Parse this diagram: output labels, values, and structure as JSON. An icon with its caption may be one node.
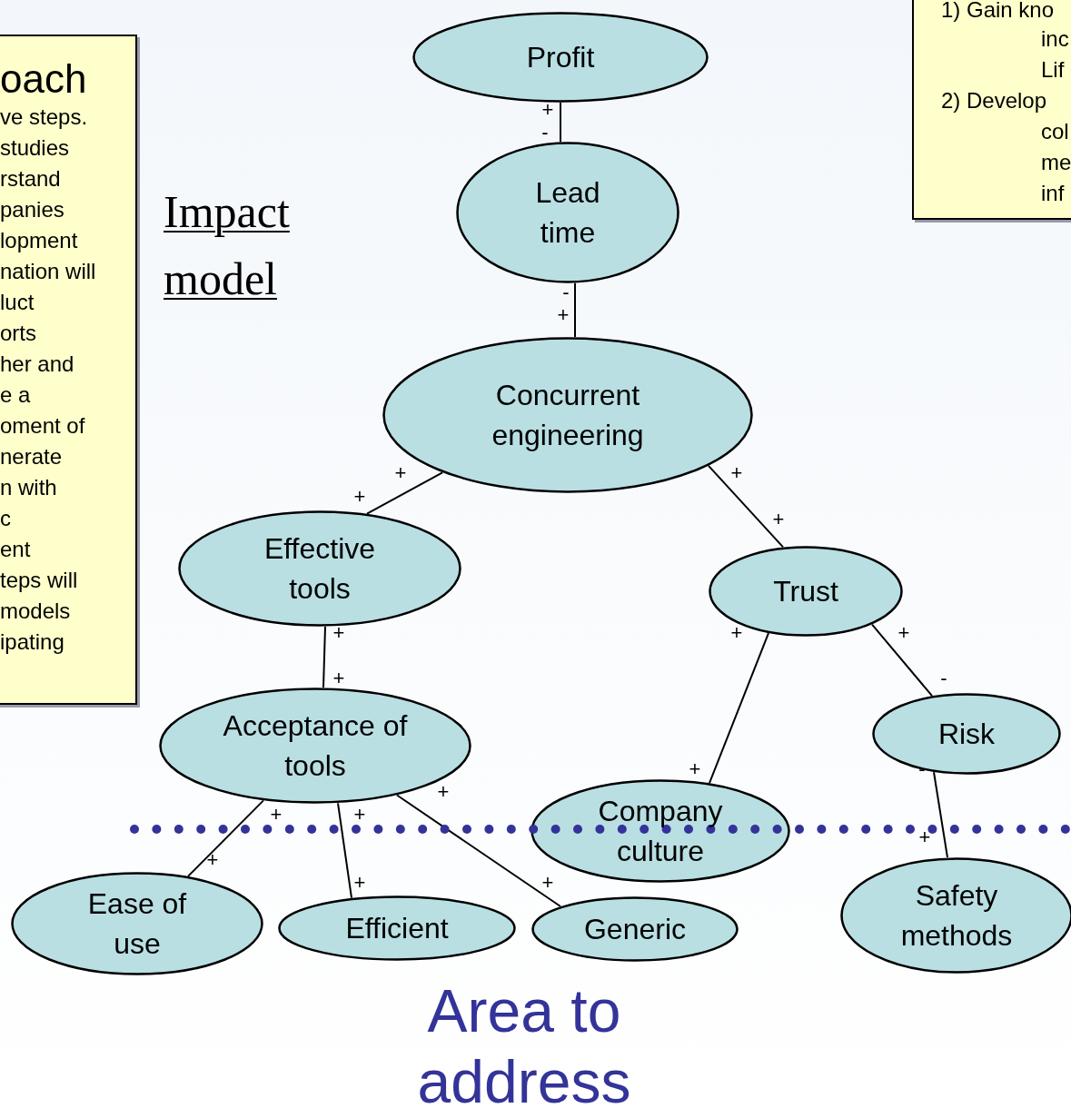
{
  "diagram": {
    "title": "Impact model",
    "nodes": [
      {
        "text": [
          "oach",
          "ve steps.",
          "studies",
          "rstand",
          "panies",
          "lopment",
          "nation will",
          "luct",
          "orts",
          "her and",
          "e a",
          "oment of",
          "nerate",
          "n with",
          "c",
          "ent",
          "teps will",
          "models",
          "ipating"
        ]
      },
      {
        "text": [
          "1) Gain kno",
          "inc",
          "Lif",
          "2) Develop",
          "col",
          "me",
          "inf"
        ]
      },
      {
        "text": [
          "Profit"
        ]
      },
      {
        "text": [
          "Lead time"
        ]
      },
      {
        "text": [
          "Concurrent engineering"
        ]
      },
      {
        "text": [
          "Effective tools"
        ]
      },
      {
        "text": [
          "Trust"
        ]
      },
      {
        "text": [
          "Risk"
        ]
      },
      {
        "text": [
          "Acceptance of tools"
        ]
      },
      {
        "text": [
          "Company culture"
        ]
      },
      {
        "text": [
          "Ease of use"
        ]
      },
      {
        "text": [
          "Efficient"
        ]
      },
      {
        "text": [
          "Generic"
        ]
      },
      {
        "text": [
          "Safety methods"
        ]
      }
    ],
    "edges": [
      {
        "from": 2,
        "to": 3,
        "arrow": "none"
      },
      {
        "from": 3,
        "to": 4,
        "arrow": "none"
      },
      {
        "from": 4,
        "to": 5,
        "arrow": "none"
      },
      {
        "from": 4,
        "to": 6,
        "arrow": "none"
      },
      {
        "from": 5,
        "to": 8,
        "arrow": "none"
      },
      {
        "from": 6,
        "to": 9,
        "arrow": "none"
      },
      {
        "from": 6,
        "to": 7,
        "arrow": "none"
      },
      {
        "from": 7,
        "to": 13,
        "arrow": "none"
      },
      {
        "from": 8,
        "to": 10,
        "arrow": "none"
      },
      {
        "from": 8,
        "to": 11,
        "arrow": "none"
      },
      {
        "from": 8,
        "to": 12,
        "arrow": "none"
      }
    ],
    "labels": [
      "+",
      "-",
      "-",
      "+",
      "+",
      "+",
      "+",
      "+",
      "+",
      "+",
      "+",
      "+",
      "-",
      "+",
      "-",
      "+",
      "+",
      "+",
      "+",
      "+",
      "+",
      "+",
      "Area to address"
    ]
  }
}
